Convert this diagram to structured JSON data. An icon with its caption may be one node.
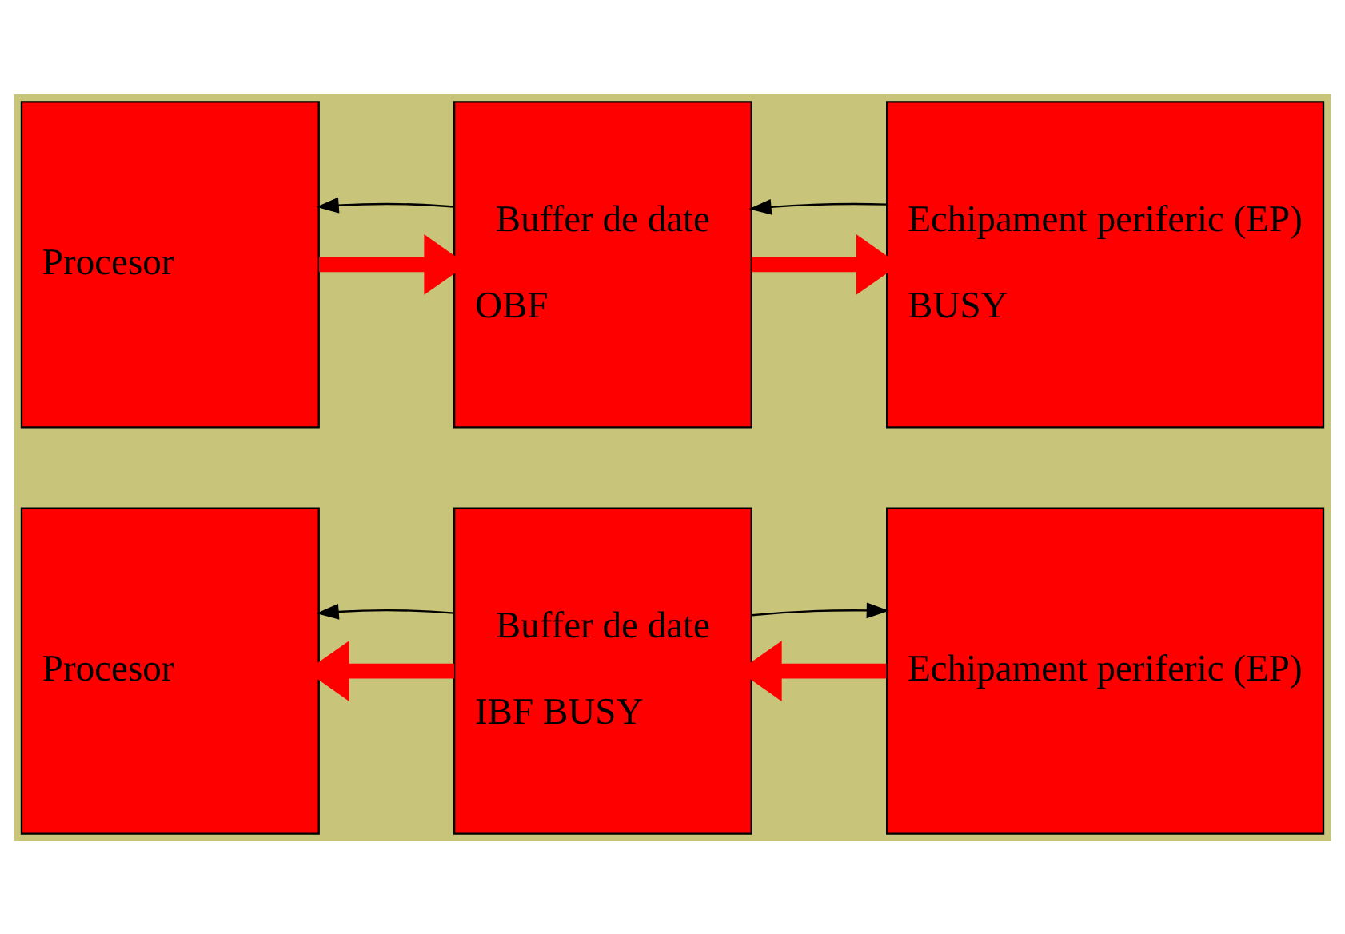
{
  "diagram": {
    "nodes": [
      {
        "text": [
          "Procesor"
        ]
      },
      {
        "text": [
          "Buffer de date",
          "OBF"
        ]
      },
      {
        "text": [
          "Echipament periferic (EP)",
          "BUSY"
        ]
      },
      {
        "text": [
          "Procesor"
        ]
      },
      {
        "text": [
          "Buffer de date",
          "IBF BUSY"
        ]
      },
      {
        "text": [
          "Echipament periferic (EP)"
        ]
      }
    ],
    "edges": [
      {
        "from": 0,
        "to": 1,
        "arrow": "to",
        "style": "thick",
        "color": "#ff0000"
      },
      {
        "from": 1,
        "to": 2,
        "arrow": "to",
        "style": "thick",
        "color": "#ff0000"
      },
      {
        "from": 1,
        "to": 0,
        "arrow": "to",
        "color": "#000000"
      },
      {
        "from": 2,
        "to": 1,
        "arrow": "to",
        "color": "#000000"
      },
      {
        "from": 4,
        "to": 3,
        "arrow": "to",
        "style": "thick",
        "color": "#ff0000"
      },
      {
        "from": 5,
        "to": 4,
        "arrow": "to",
        "style": "thick",
        "color": "#ff0000"
      },
      {
        "from": 4,
        "to": 3,
        "arrow": "to",
        "color": "#000000"
      },
      {
        "from": 4,
        "to": 5,
        "arrow": "to",
        "color": "#000000"
      }
    ]
  }
}
